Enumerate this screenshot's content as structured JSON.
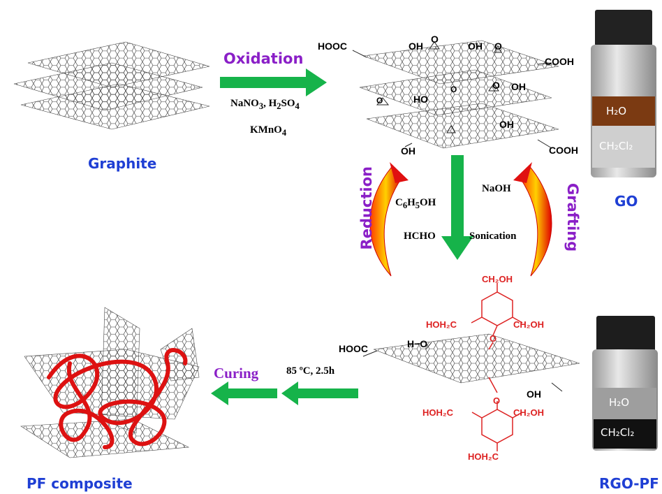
{
  "labels": {
    "graphite": "Graphite",
    "go": "GO",
    "rgo_pf": "RGO-PF",
    "pf_composite": "PF composite"
  },
  "steps": {
    "oxidation": "Oxidation",
    "oxidation_reagent1": "NaNO",
    "oxidation_reagent1_sub": "3",
    "oxidation_reagent1_mid": ", H",
    "oxidation_reagent1_sub2": "2",
    "oxidation_reagent1_end": "SO",
    "oxidation_reagent1_sub3": "4",
    "oxidation_reagent2": "KMnO",
    "oxidation_reagent2_sub": "4",
    "reduction": "Reduction",
    "grafting": "Grafting",
    "phenol": "C",
    "phenol_sub1": "6",
    "phenol_mid": "H",
    "phenol_sub2": "5",
    "phenol_end": "OH",
    "hcho": "HCHO",
    "naoh": "NaOH",
    "sonication": "Sonication",
    "curing": "Curing",
    "curing_cond": "85 ºC, 2.5h"
  },
  "go_groups": {
    "hooc": "HOOC",
    "oh1": "OH",
    "o1": "O",
    "oh2": "OH",
    "o2": "O",
    "cooh1": "COOH",
    "ho": "HO",
    "o3": "O",
    "oh3": "OH",
    "o4": "O",
    "o5": "O",
    "oh4": "OH",
    "oh5": "OH",
    "cooh2": "COOH"
  },
  "rgo_groups": {
    "hooc": "HOOC",
    "h_o": "H−O",
    "oh": "OH",
    "ch2oh_top": "CH₂OH",
    "hoh2c_left": "HOH₂C",
    "ch2oh_right": "CH₂OH",
    "hoh2c_low_left": "HOH₂C",
    "ch2oh_low_right": "CH₂OH",
    "hoh2c_bottom": "HOH₂C",
    "o_top": "O",
    "o_bottom": "O"
  },
  "vials": {
    "go_top": "H₂O",
    "go_bottom": "CH₂Cl₂",
    "rgo_top": "H₂O",
    "rgo_bottom": "CH₂Cl₂"
  },
  "colors": {
    "blue_label": "#1f3fd4",
    "purple_label": "#8a1fc7",
    "arrow_green": "#16b34a",
    "curve_red": "#e01010",
    "pf_red": "#dd1111"
  }
}
